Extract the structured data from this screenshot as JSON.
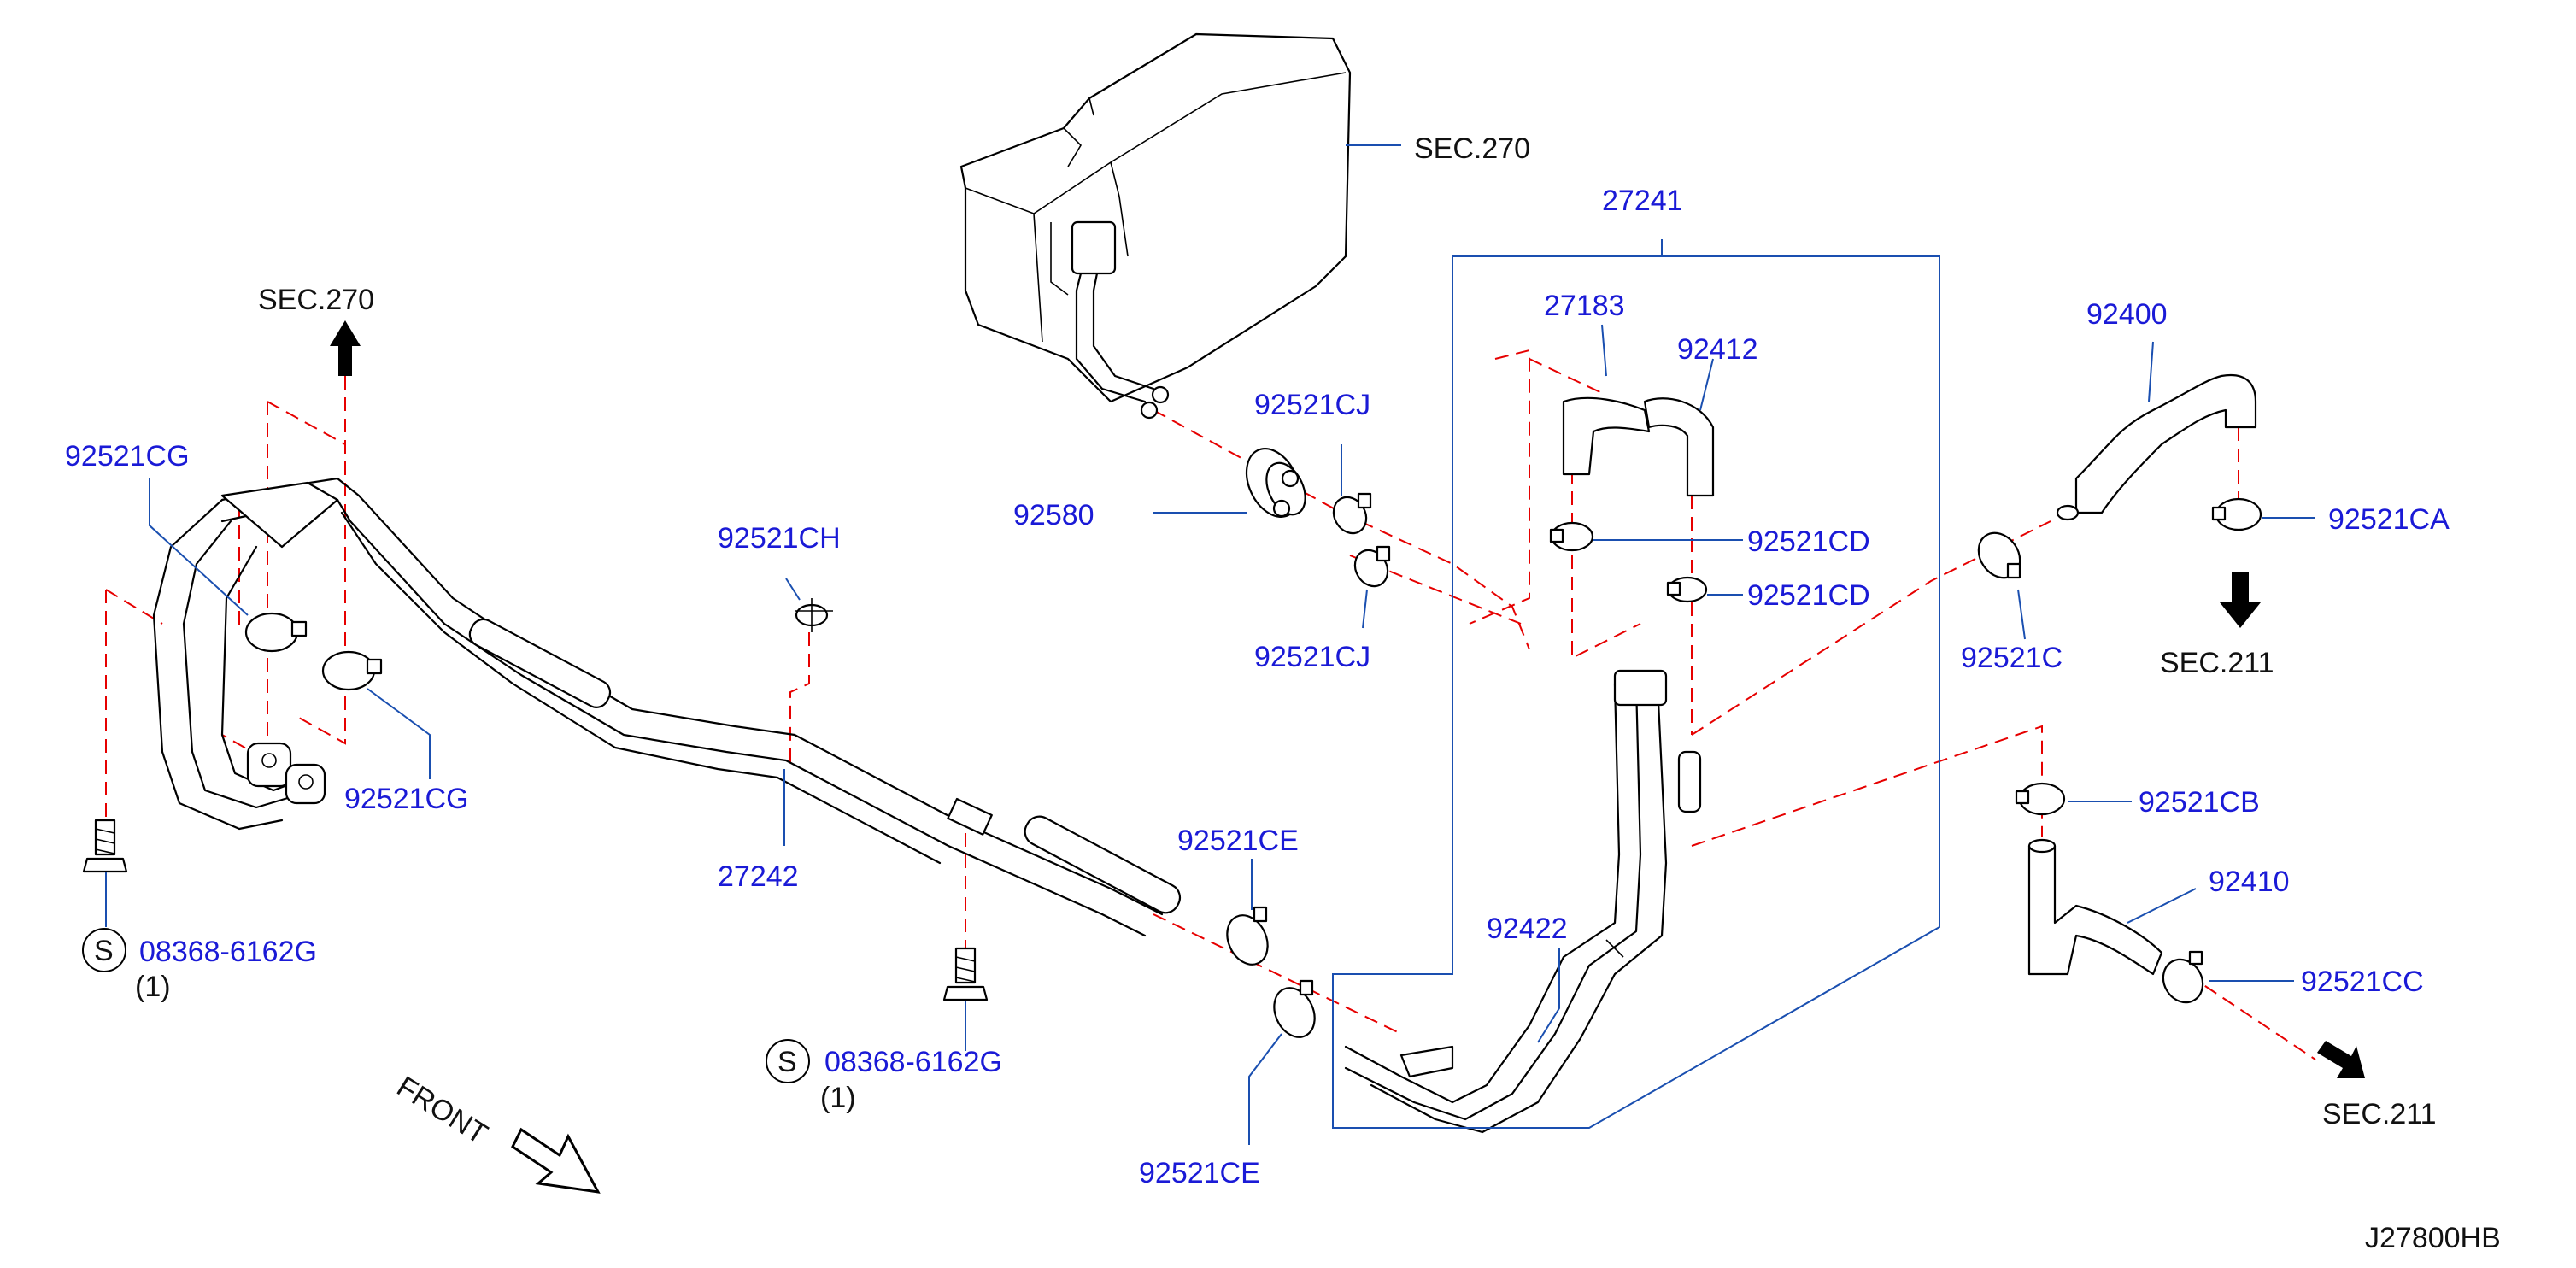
{
  "diagram_code": "J27800HB",
  "colors": {
    "part_label": "#1a1ad6",
    "leader_line": "#1a4fb0",
    "dashed_line": "#e60000",
    "outline": "#000000"
  },
  "labels": {
    "sec270_top": "SEC.270",
    "sec270_left": "SEC.270",
    "sec211_a": "SEC.211",
    "sec211_b": "SEC.211",
    "p27241": "27241",
    "p27183": "27183",
    "p92412": "92412",
    "p92400": "92400",
    "p92521cj_top": "92521CJ",
    "p92580": "92580",
    "p92521cj_bottom": "92521CJ",
    "p92521cd_a": "92521CD",
    "p92521cd_b": "92521CD",
    "p92521ca": "92521CA",
    "p92521c": "92521C",
    "p92521cg_top": "92521CG",
    "p92521cg_bottom": "92521CG",
    "p92521ch": "92521CH",
    "p27242": "27242",
    "p92521ce_top": "92521CE",
    "p92521ce_bottom": "92521CE",
    "p92422": "92422",
    "p92521cb": "92521CB",
    "p92410": "92410",
    "p92521cc": "92521CC",
    "bolt_left": "08368-6162G",
    "bolt_left_qty": "(1)",
    "bolt_mid": "08368-6162G",
    "bolt_mid_qty": "(1)",
    "s_symbol": "S",
    "front": "FRONT"
  }
}
